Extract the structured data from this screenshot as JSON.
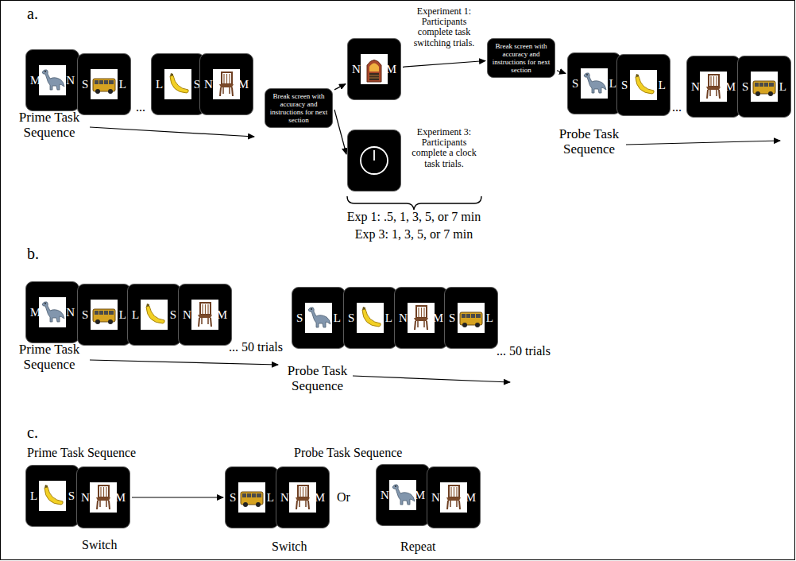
{
  "diagram": {
    "nodes": [
      {
        "text": [
          "M",
          "N"
        ]
      },
      {
        "text": [
          "S",
          "L"
        ]
      },
      {
        "text": [
          "L",
          "S"
        ]
      },
      {
        "text": [
          "N",
          "M"
        ]
      },
      {
        "text": [
          "Break screen with accuracy and instructions for next section"
        ]
      },
      {
        "text": [
          "N",
          "M"
        ]
      },
      {
        "text": [
          "Break screen with accuracy and instructions for next section"
        ]
      },
      {
        "text": [
          "S",
          "L"
        ]
      },
      {
        "text": [
          "S",
          "L"
        ]
      },
      {
        "text": [
          "N",
          "M"
        ]
      },
      {
        "text": [
          "S",
          "L"
        ]
      },
      {
        "text": [
          "M",
          "N"
        ]
      },
      {
        "text": [
          "S",
          "L"
        ]
      },
      {
        "text": [
          "L",
          "S"
        ]
      },
      {
        "text": [
          "N",
          "M"
        ]
      },
      {
        "text": [
          "S",
          "L"
        ]
      },
      {
        "text": [
          "S",
          "L"
        ]
      },
      {
        "text": [
          "N",
          "M"
        ]
      },
      {
        "text": [
          "S",
          "L"
        ]
      },
      {
        "text": [
          "L",
          "S"
        ]
      },
      {
        "text": [
          "N",
          "M"
        ]
      },
      {
        "text": [
          "S",
          "L"
        ]
      },
      {
        "text": [
          "N",
          "M"
        ]
      },
      {
        "text": [
          "N",
          "M"
        ]
      },
      {
        "text": [
          "N",
          "M"
        ]
      }
    ],
    "edges": [
      {
        "from": 4,
        "to": 5,
        "arrow": "to"
      },
      {
        "from": 5,
        "to": 6,
        "arrow": "to"
      },
      {
        "from": 6,
        "to": 7,
        "arrow": "to"
      },
      {
        "from": 20,
        "to": 21,
        "arrow": "to"
      }
    ],
    "labels": [
      "a.",
      "Prime Task Sequence",
      "...",
      "Experiment 1: Participants complete task switching trials.",
      "Experiment 3: Participants complete a clock task trials.",
      "Exp 1: .5, 1, 3, 5, or 7 min",
      "Exp 3: 1, 3, 5, or 7 min",
      "...",
      "Probe Task Sequence",
      "b.",
      "... 50 trials",
      "Prime Task Sequence",
      "... 50 trials",
      "Probe Task Sequence",
      "c.",
      "Prime Task Sequence",
      "Probe Task Sequence",
      "Or",
      "Switch",
      "Switch",
      "Repeat"
    ]
  }
}
